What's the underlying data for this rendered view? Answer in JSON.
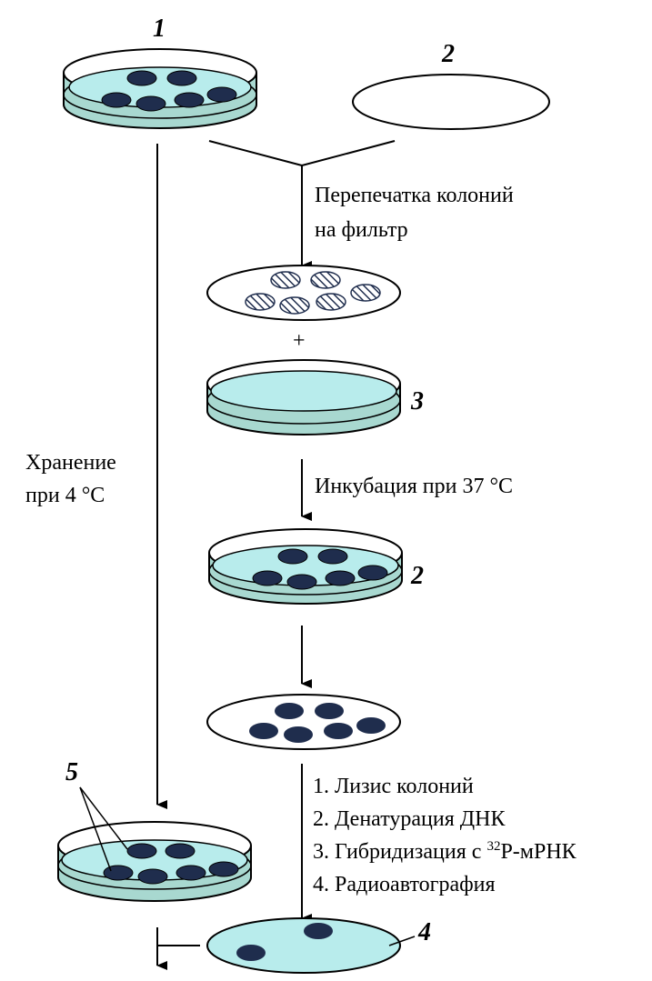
{
  "colors": {
    "medium_top": "#b8ecec",
    "medium_side": "#a8d8d0",
    "colony": "#1f2d4d",
    "stroke": "#000000"
  },
  "labels": {
    "n1": "1",
    "n2_top": "2",
    "n3": "3",
    "n2_mid": "2",
    "n4": "4",
    "n5": "5",
    "replica_l1": "Перепечатка колоний",
    "replica_l2": "на фильтр",
    "plus": "+",
    "incubation": "Инкубация при 37 °С",
    "storage_l1": "Хранение",
    "storage_l2": "при 4 °С",
    "step1": "1. Лизис колоний",
    "step2": "2. Денатурация ДНК",
    "step3_pre": "3. Гибридизация с ",
    "step3_sup": "32",
    "step3_post": "Р-мРНК",
    "step4": "4. Радиоавтография"
  }
}
